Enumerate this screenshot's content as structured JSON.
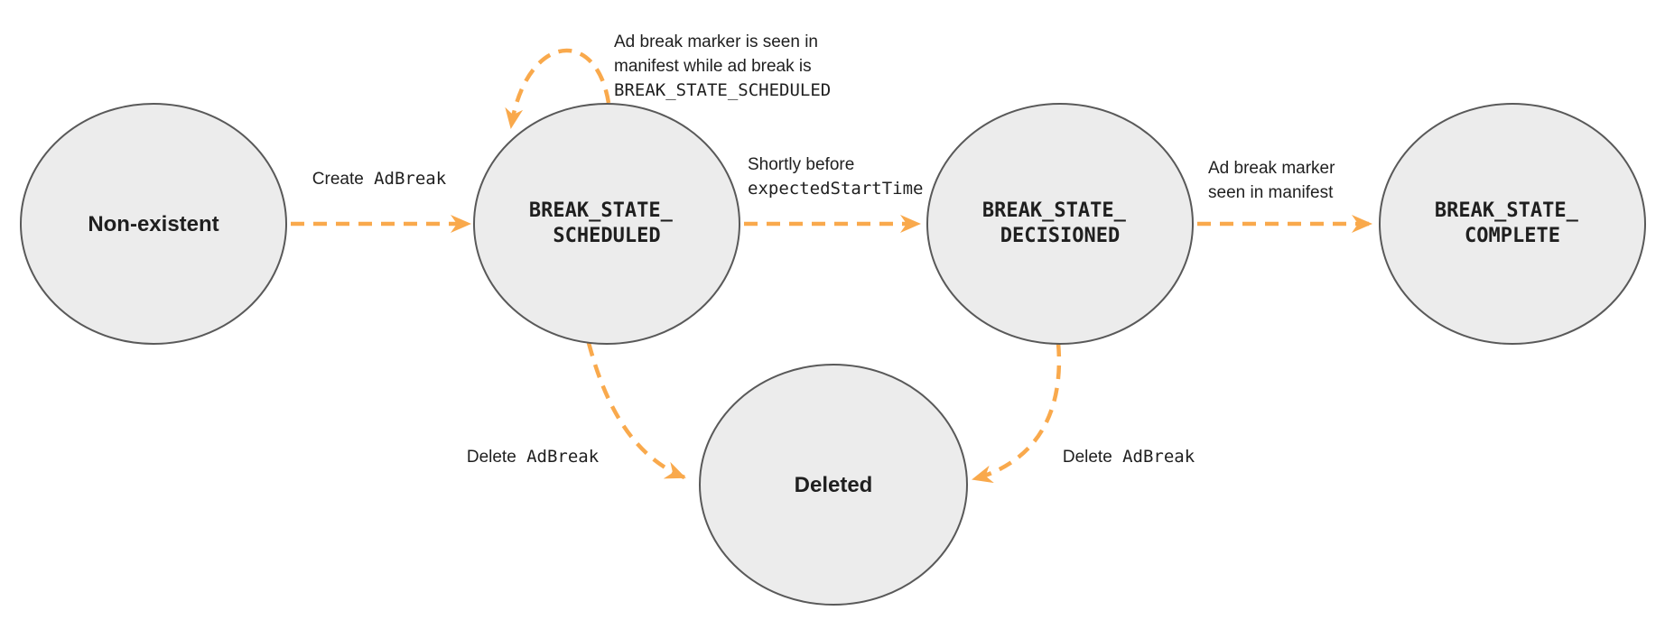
{
  "colors": {
    "background": "#ffffff",
    "arrow": "#f9a94c",
    "node_fill": "#ececec",
    "node_stroke": "#595959",
    "text": "#1f1f1f"
  },
  "nodes": {
    "non_existent": {
      "label": "Non-existent"
    },
    "scheduled": {
      "line1": "BREAK_STATE_",
      "line2": "SCHEDULED"
    },
    "decisioned": {
      "line1": "BREAK_STATE_",
      "line2": "DECISIONED"
    },
    "complete": {
      "line1": "BREAK_STATE_",
      "line2": "COMPLETE"
    },
    "deleted": {
      "label": "Deleted"
    }
  },
  "edges": {
    "create": {
      "plain": "Create",
      "code": "AdBreak"
    },
    "self_loop": {
      "line1": "Ad break marker is seen in",
      "line2": "manifest while ad break is",
      "line3": "BREAK_STATE_SCHEDULED"
    },
    "to_decisioned": {
      "line1": "Shortly before",
      "line2_code": "expectedStartTime"
    },
    "to_complete": {
      "line1": "Ad break marker",
      "line2": "seen in manifest"
    },
    "delete_from_scheduled": {
      "plain": "Delete",
      "code": "AdBreak"
    },
    "delete_from_decisioned": {
      "plain": "Delete",
      "code": "AdBreak"
    }
  }
}
